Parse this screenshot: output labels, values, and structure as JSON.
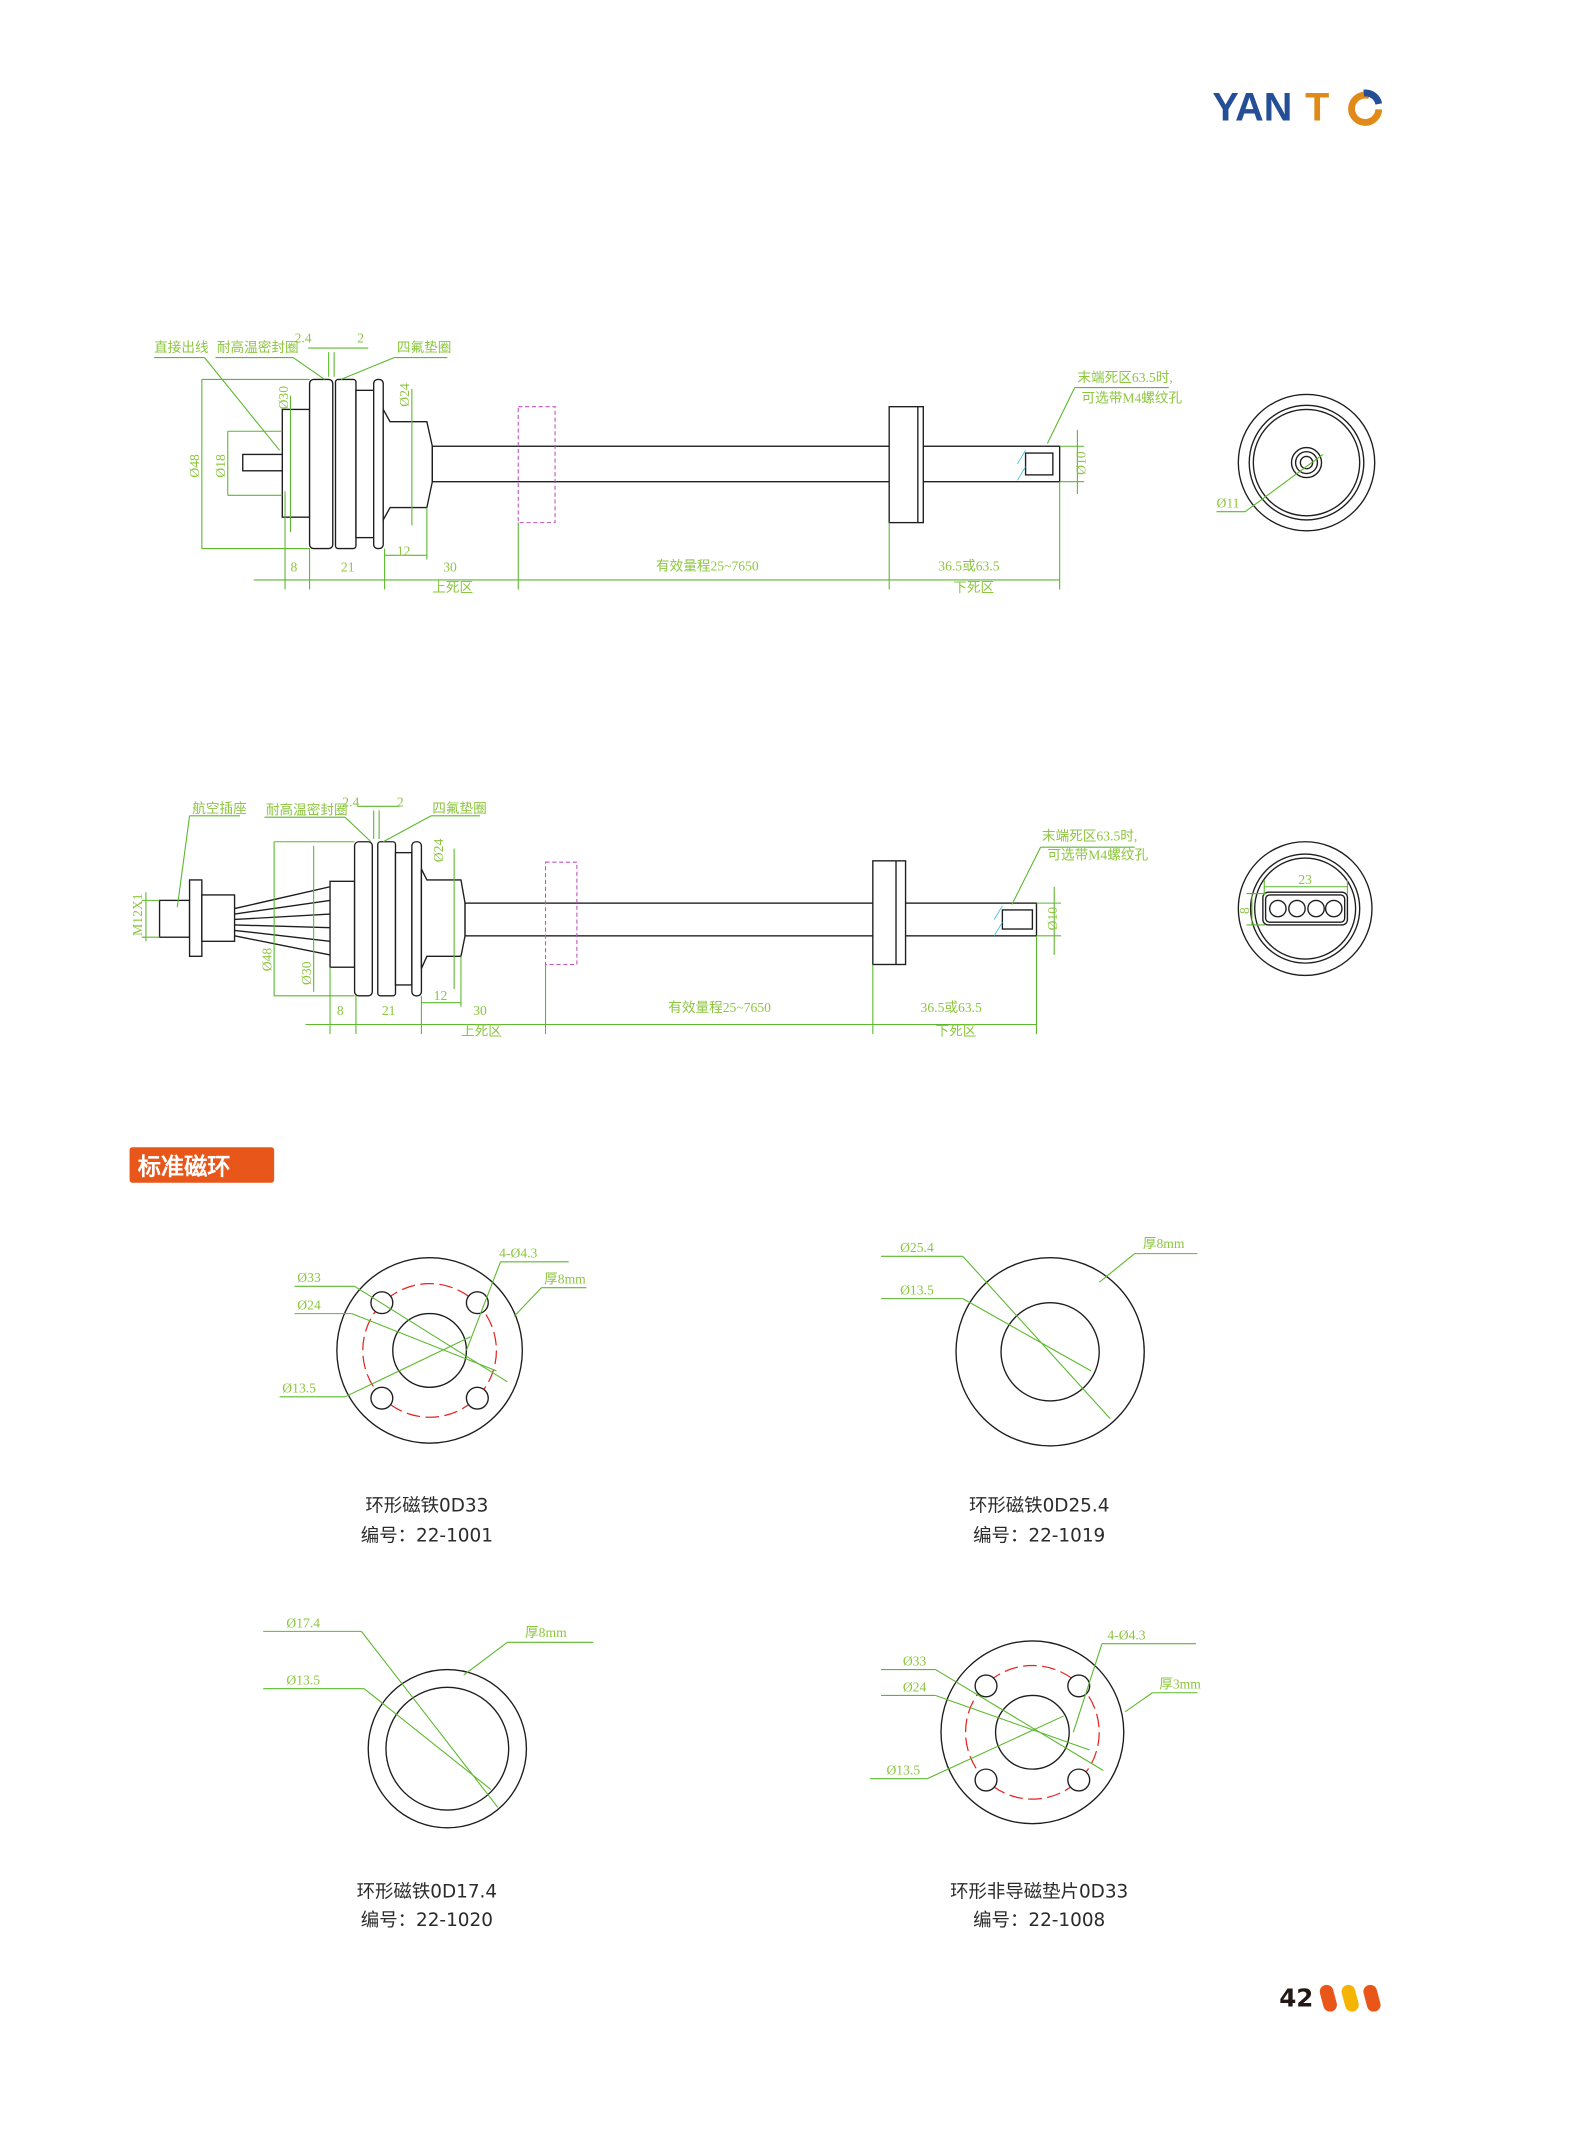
{
  "brand": {
    "logo_text_blue": "YAN",
    "logo_text_orange": "T",
    "logo_full": "YANTO",
    "blue": "#244f96",
    "orange": "#e08a1a"
  },
  "drawing1": {
    "labels": {
      "direct_outlet": "直接出线",
      "seal_ring": "耐高温密封圈",
      "ptfe_washer": "四氟垫圈",
      "d_2_4": "2.4",
      "d_2": "2",
      "end_dead_1": "末端死区63.5时,",
      "end_dead_2": "可选带M4螺纹孔"
    },
    "dims": {
      "phi48": "Ø48",
      "phi18": "Ø18",
      "phi30": "Ø30",
      "phi24": "Ø24",
      "phi10": "Ø10",
      "phi11": "Ø11",
      "d8": "8",
      "d21": "21",
      "d12": "12",
      "d30": "30",
      "range": "有效量程25~7650",
      "bottom": "36.5或63.5",
      "top_dead": "上死区",
      "bottom_dead": "下死区"
    }
  },
  "drawing2": {
    "labels": {
      "aviation_socket": "航空插座",
      "seal_ring": "耐高温密封圈",
      "ptfe_washer": "四氟垫圈",
      "d_2_4": "2.4",
      "d_2": "2",
      "end_dead_1": "末端死区63.5时,",
      "end_dead_2": "可选带M4螺纹孔"
    },
    "dims": {
      "m12": "M12X1",
      "phi48": "Ø48",
      "phi30": "Ø30",
      "phi24": "Ø24",
      "phi10": "Ø10",
      "d8": "8",
      "d21": "21",
      "d12": "12",
      "d30": "30",
      "range": "有效量程25~7650",
      "bottom": "36.5或63.5",
      "top_dead": "上死区",
      "bottom_dead": "下死区",
      "slot_w": "23",
      "slot_h": "8"
    }
  },
  "section": {
    "title": "标准磁环",
    "color": "#e8561a"
  },
  "rings": [
    {
      "name": "环形磁铁0D33",
      "code": "编号：22-1001",
      "dims": [
        "Ø33",
        "Ø24",
        "Ø13.5",
        "4-Ø4.3",
        "厚8mm"
      ]
    },
    {
      "name": "环形磁铁0D25.4",
      "code": "编号：22-1019",
      "dims": [
        "Ø25.4",
        "Ø13.5",
        "厚8mm"
      ]
    },
    {
      "name": "环形磁铁0D17.4",
      "code": "编号：22-1020",
      "dims": [
        "Ø17.4",
        "Ø13.5",
        "厚8mm"
      ]
    },
    {
      "name": "环形非导磁垫片0D33",
      "code": "编号：22-1008",
      "dims": [
        "Ø33",
        "Ø24",
        "Ø13.5",
        "4-Ø4.3",
        "厚3mm"
      ]
    }
  ],
  "footer": {
    "page_number": "42",
    "pill_colors": [
      "#e8561a",
      "#f5b400",
      "#e8561a"
    ]
  }
}
